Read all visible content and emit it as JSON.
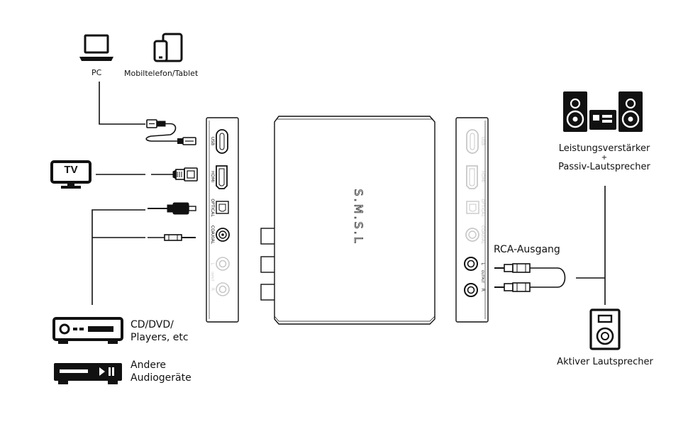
{
  "labels": {
    "pc": "PC",
    "mobile": "Mobiltelefon/Tablet",
    "tv": "TV",
    "cd_line1": "CD/DVD/",
    "cd_line2": "Players, etc",
    "andere_line1": "Andere",
    "andere_line2": "Audiogeräte",
    "amp_line1": "Leistungsverstärker",
    "amp_plus": "+",
    "amp_line2": "Passiv-Lautsprecher",
    "rca": "RCA-Ausgang",
    "active_speaker": "Aktiver Lautsprecher"
  },
  "device": {
    "brand": "S.M.S.L",
    "left_ports": [
      "USB",
      "HDMI",
      "OPTICAL",
      "COAXIAL",
      "L",
      "INPUT",
      "R"
    ],
    "right_ports": [
      "USB",
      "HDMI",
      "OPTICAL",
      "COAXIAL",
      "L",
      "OUTPUT",
      "R"
    ]
  },
  "colors": {
    "line": "#111111",
    "faded": "#c8c8c8",
    "device_fill": "#ffffff"
  }
}
